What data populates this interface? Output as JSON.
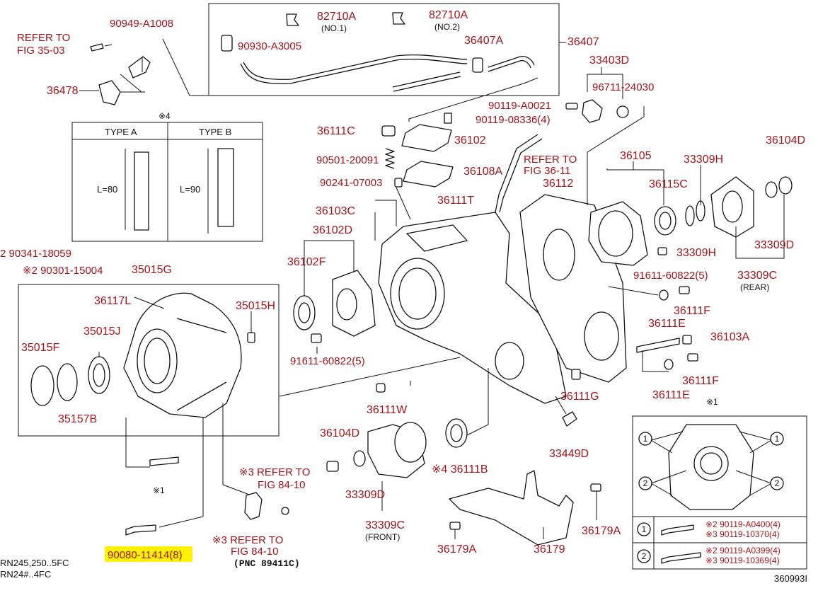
{
  "colors": {
    "part_label": "#a3141b",
    "highlight": "#fff200",
    "line": "#111111"
  },
  "diagram_code": "360993I",
  "footnotes": [
    "RN245,250..5FC",
    "RN24#..4FC"
  ],
  "refs": {
    "fig35": [
      "REFER TO",
      "FIG 35-03"
    ],
    "fig36": [
      "REFER TO",
      "FIG 36-11"
    ],
    "fig84a": [
      "※3 REFER TO",
      "FIG 84-10"
    ],
    "fig84b": [
      "※3 REFER TO",
      "FIG 84-10"
    ],
    "pnc": "(PNC 89411C)"
  },
  "type_table": {
    "mark": "※4",
    "headers": [
      "TYPE A",
      "TYPE B"
    ],
    "lengths": [
      "L=80",
      "L=90"
    ]
  },
  "labels": {
    "p90949": "90949-A1008",
    "p36478": "36478",
    "p82710a1": "82710A",
    "p82710a1_sub": "(NO.1)",
    "p82710a2": "82710A",
    "p82710a2_sub": "(NO.2)",
    "p90930": "90930-A3005",
    "p36407a": "36407A",
    "p36407": "36407",
    "p33403d": "33403D",
    "p96711": "96711-24030",
    "p90119a0021": "90119-A0021",
    "p90119_08336": "90119-08336(4)",
    "p36111c": "36111C",
    "p36102": "36102",
    "p90501": "90501-20091",
    "p36108a": "36108A",
    "p90241": "90241-07003",
    "p36111t": "36111T",
    "p36103c": "36103C",
    "p36102d": "36102D",
    "p36102f": "36102F",
    "p91611a": "91611-60822(5)",
    "p90341": "2 90341-18059",
    "p90301": "※2 90301-15004",
    "p35015g": "35015G",
    "p36117l": "36117L",
    "p35015h": "35015H",
    "p35015j": "35015J",
    "p35015f": "35015F",
    "p35157b": "35157B",
    "mark1a": "※1",
    "p90080": "90080-11414(8)",
    "p36112": "36112",
    "p36105": "36105",
    "p36115c": "36115C",
    "p33309h_top": "33309H",
    "p36104d_top": "36104D",
    "p33309h_mid": "33309H",
    "p33309d_right": "33309D",
    "p91611b": "91611-60822(5)",
    "p33309c_rear": "33309C",
    "p33309c_rear_sub": "(REAR)",
    "p36111f_1": "36111F",
    "p36111e_1": "36111E",
    "p36103a": "36103A",
    "p36111f_2": "36111F",
    "p36111e_2": "36111E",
    "p36111g": "36111G",
    "p36111w": "36111W",
    "p36104d_bot": "36104D",
    "p33309d_bot": "33309D",
    "p33309c_front": "33309C",
    "p33309c_front_sub": "(FRONT)",
    "p36111b": "※4 36111B",
    "p33449d": "33449D",
    "p36179a_r": "36179A",
    "p36179a_l": "36179A",
    "p36179": "36179",
    "inset_mark": "※1"
  },
  "inset_legend": [
    {
      "n": "1",
      "lines": [
        "※2 90119-A0400(4)",
        "※3 90119-10370(4)"
      ]
    },
    {
      "n": "2",
      "lines": [
        "※2 90119-A0399(4)",
        "※3 90119-10369(4)"
      ]
    }
  ]
}
